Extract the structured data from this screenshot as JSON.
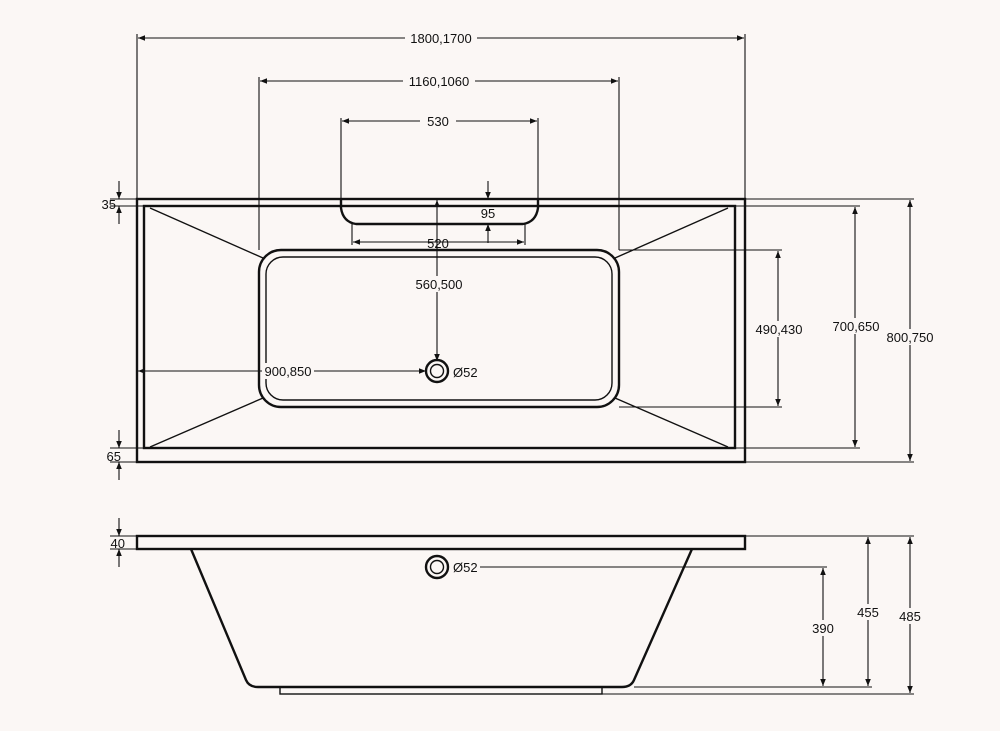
{
  "background_color": "#fbf7f5",
  "line_color": "#111111",
  "top_view": {
    "overall_length": "1800,1700",
    "basin_length": "1160,1060",
    "headrest_width": "530",
    "headrest_inner_width": "520",
    "headrest_depth": "95",
    "rim_top": "35",
    "rim_bottom": "65",
    "drain_from_top": "560,500",
    "drain_from_left": "900,850",
    "drain_diameter": "Ø52",
    "basin_width": "490,430",
    "inner_width": "700,650",
    "overall_width": "800,750"
  },
  "side_view": {
    "rim_thickness": "40",
    "overflow_diameter": "Ø52",
    "overflow_height": "390",
    "tub_height": "455",
    "overall_height": "485"
  }
}
